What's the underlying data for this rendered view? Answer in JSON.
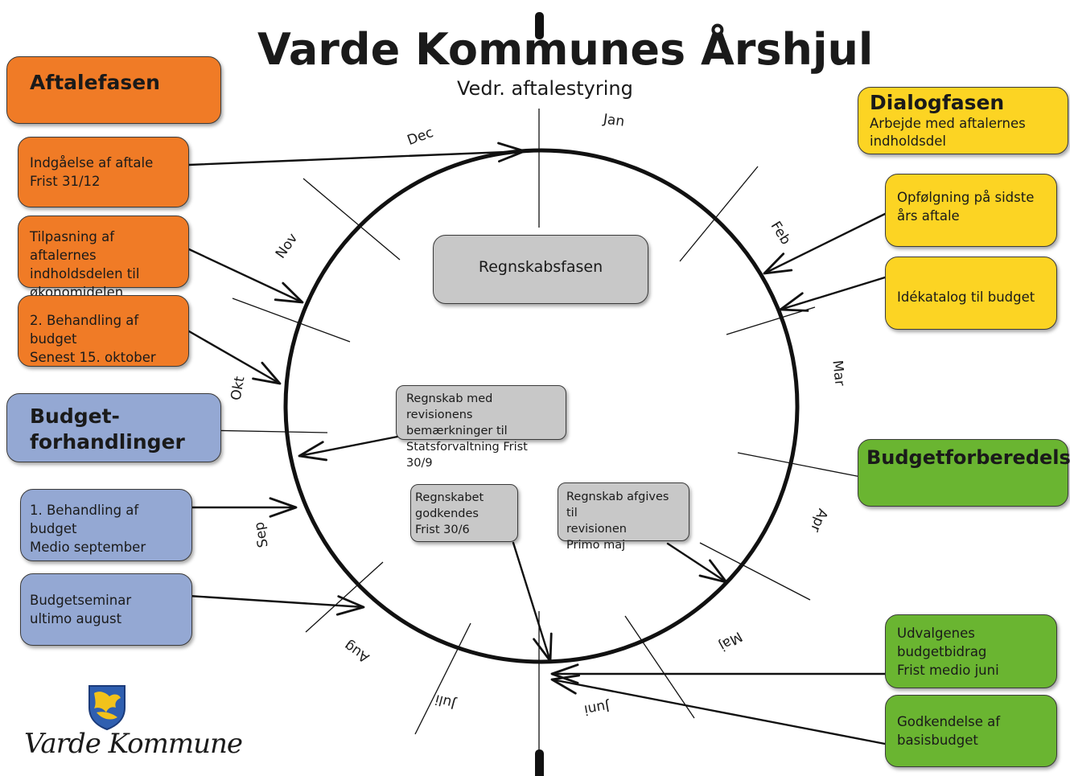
{
  "title": "Varde Kommunes Årshjul",
  "subtitle": "Vedr. aftalestyring",
  "months": {
    "jan": "Jan",
    "feb": "Feb",
    "mar": "Mar",
    "apr": "Apr",
    "maj": "Maj",
    "juni": "Juni",
    "juli": "Juli",
    "aug": "Aug",
    "sep": "Sep",
    "okt": "Okt",
    "nov": "Nov",
    "dec": "Dec"
  },
  "aftalefasen": {
    "heading": "Aftalefasen",
    "items": [
      "Indgåelse af aftale\nFrist 31/12",
      "Tilpasning af aftalernes\nindholdsdelen til\nøkonomidelen",
      "2. Behandling af budget\nSenest 15. oktober"
    ]
  },
  "budgetforhandlinger": {
    "heading": "Budget-\nforhandlinger",
    "items": [
      "1. Behandling af budget\nMedio september",
      "Budgetseminar\nultimo august"
    ]
  },
  "dialogfasen": {
    "heading": "Dialogfasen",
    "description": "Arbejde med aftalernes\nindholdsdel",
    "items": [
      "Opfølgning på sidste\nårs aftale",
      "Idékatalog til budget"
    ]
  },
  "budgetforberedelse": {
    "heading": "Budgetforberedelse",
    "items": [
      "Udvalgenes\nbudgetbidrag\nFrist medio juni",
      "Godkendelse af\nbasisbudget"
    ]
  },
  "regnskabsfasen": {
    "heading": "Regnskabsfasen",
    "items": [
      "Regnskab med revisionens\nbemærkninger til\nStatsforvaltning Frist 30/9",
      "Regnskabet\ngodkendes\nFrist 30/6",
      "Regnskab afgives til\nrevisionen\nPrimo maj"
    ]
  },
  "logo": {
    "text": "Varde Kommune",
    "icon": "coat-of-arms-icon"
  },
  "colors": {
    "aftalefasen": "#f07b26",
    "dialogfasen": "#fcd423",
    "budgetforhandlinger": "#94a8d3",
    "budgetforberedelse": "#6ab531",
    "regnskabsfasen": "#c8c8c8"
  }
}
